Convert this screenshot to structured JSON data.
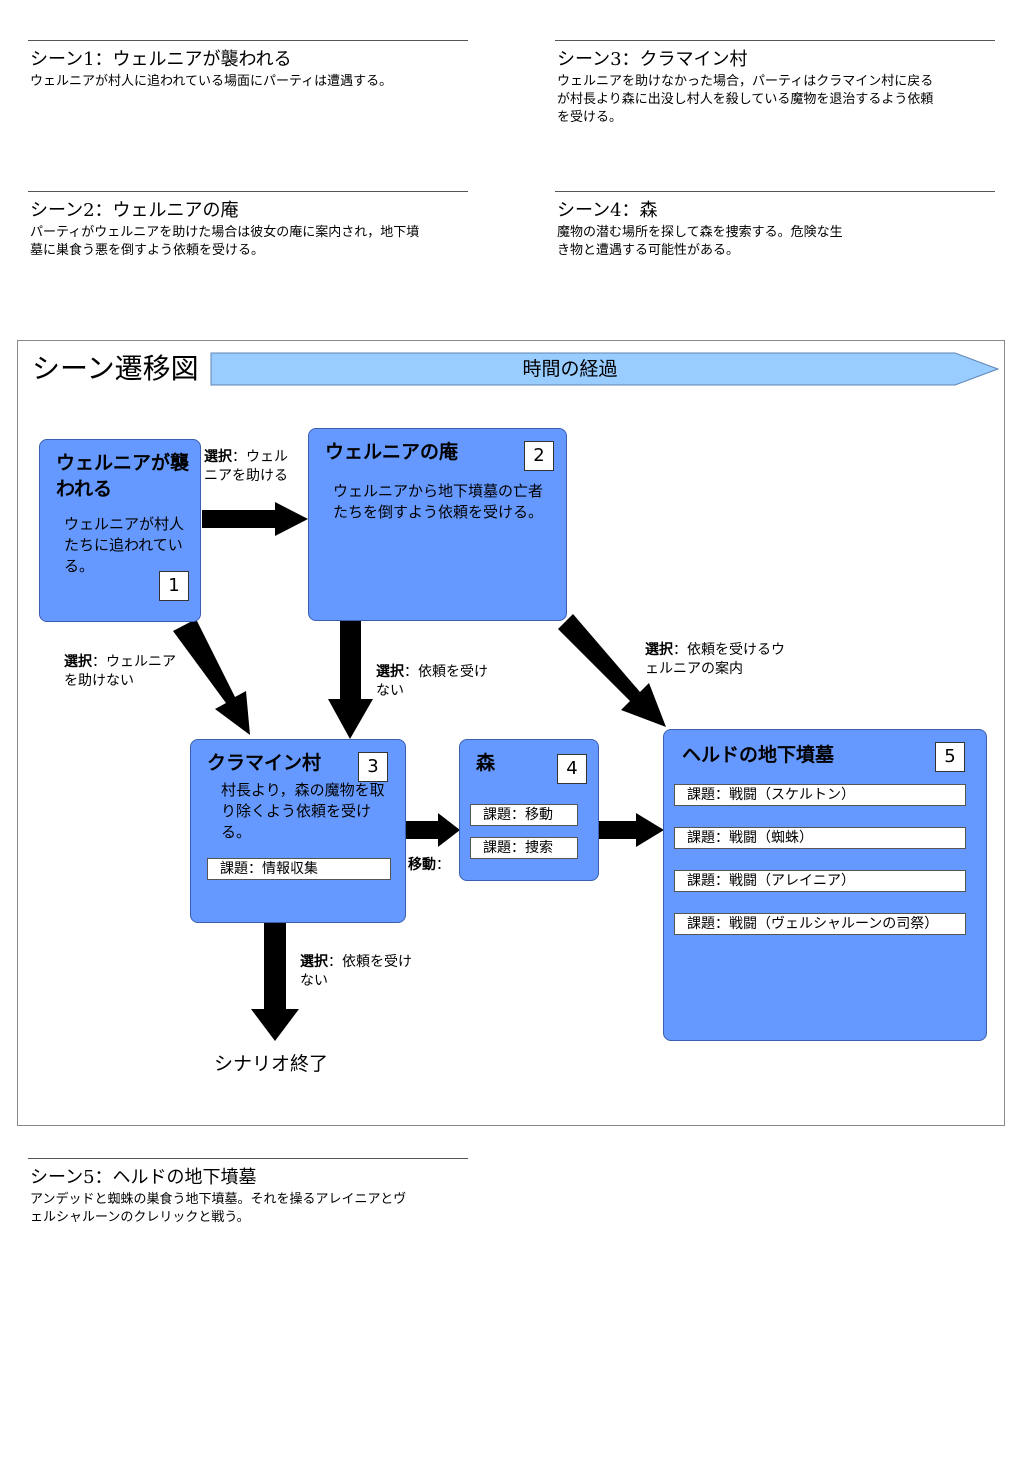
{
  "scenes": [
    {
      "title": "シーン1：ウェルニアが襲われる",
      "desc": "ウェルニアが村人に追われている場面にパーティは遭遇する。"
    },
    {
      "title": "シーン2：ウェルニアの庵",
      "desc": "パーティがウェルニアを助けた場合は彼女の庵に案内され，地下墳墓に巣食う悪を倒すよう依頼を受ける。"
    },
    {
      "title": "シーン3：クラマイン村",
      "desc": "ウェルニアを助けなかった場合，パーティはクラマイン村に戻るが村長より森に出没し村人を殺している魔物を退治するよう依頼を受ける。"
    },
    {
      "title": "シーン4：森",
      "desc": "魔物の潜む場所を探して森を捜索する。危険な生き物と遭遇する可能性がある。"
    },
    {
      "title": "シーン5：ヘルドの地下墳墓",
      "desc": "アンデッドと蜘蛛の巣食う地下墳墓。それを操るアレイニアとヴェルシャルーンのクレリックと戦う。"
    }
  ],
  "diagram": {
    "title": "シーン遷移図",
    "timeline": "時間の経過",
    "end": "シナリオ終了",
    "nodes": [
      {
        "num": "1",
        "title": "ウェルニアが襲われる",
        "desc": "ウェルニアが村人たちに追われている。",
        "tasks": []
      },
      {
        "num": "2",
        "title": "ウェルニアの庵",
        "desc": "ウェルニアから地下墳墓の亡者たちを倒すよう依頼を受ける。",
        "tasks": []
      },
      {
        "num": "3",
        "title": "クラマイン村",
        "desc": "村長より，森の魔物を取り除くよう依頼を受ける。",
        "tasks": [
          "課題：情報収集"
        ]
      },
      {
        "num": "4",
        "title": "森",
        "desc": "",
        "tasks": [
          "課題：移動",
          "課題：捜索"
        ]
      },
      {
        "num": "5",
        "title": "ヘルドの地下墳墓",
        "desc": "",
        "tasks": [
          "課題：戦闘（スケルトン）",
          "課題：戦闘（蜘蛛）",
          "課題：戦闘（アレイニア）",
          "課題：戦闘（ヴェルシャルーンの司祭）"
        ]
      }
    ],
    "edges": [
      {
        "from": "1",
        "to": "2",
        "bold": "選択",
        "text": "：ウェルニアを助ける"
      },
      {
        "from": "1",
        "to": "3",
        "bold": "選択",
        "text": "：ウェルニアを助けない"
      },
      {
        "from": "2",
        "to": "3",
        "bold": "選択",
        "text": "：依頼を受けない"
      },
      {
        "from": "2",
        "to": "5",
        "bold": "選択",
        "text": "：依頼を受けるウェルニアの案内"
      },
      {
        "from": "3",
        "to": "4",
        "bold": "移動",
        "text": "："
      },
      {
        "from": "4",
        "to": "5",
        "bold": "",
        "text": ""
      },
      {
        "from": "3",
        "to": "end",
        "bold": "選択",
        "text": "：依頼を受けない"
      }
    ]
  },
  "colors": {
    "box": "#6699ff",
    "timeline": "#99ccff",
    "arrow": "#000000"
  }
}
